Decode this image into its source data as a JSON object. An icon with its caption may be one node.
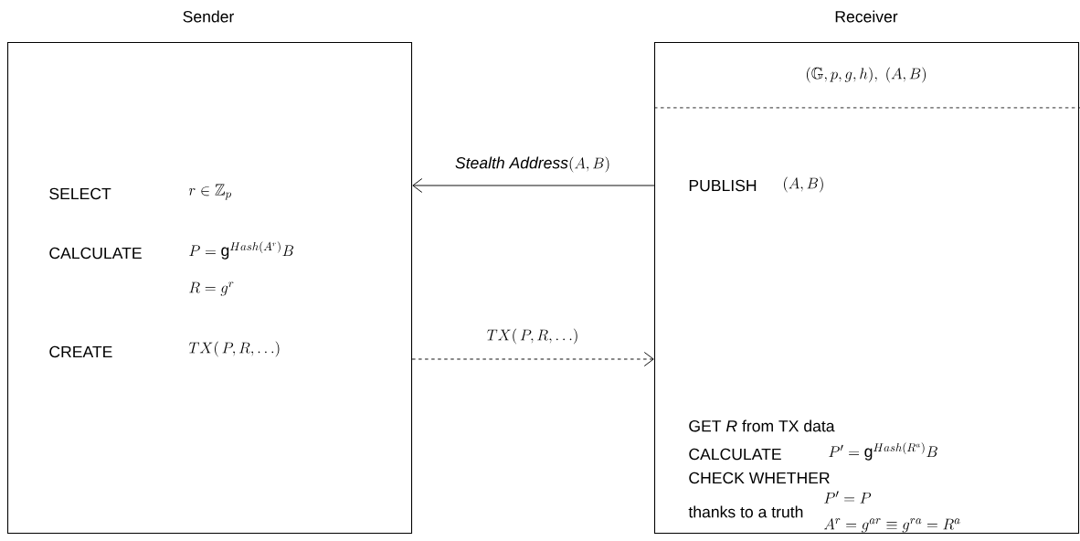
{
  "diagram": {
    "nodes": [
      {
        "text": [
          "Sender",
          "SELECT",
          "r \\in \\mathbb{Z}_p",
          "CALCULATE",
          "P = \\mathrm{g}^{Hash(A^r)}B",
          "R = g^r",
          "CREATE",
          "TX(\\,P,R,\\ldots)"
        ]
      },
      {
        "text": [
          "Receiver",
          "(\\mathbb{G},p,g,h),\\ (A,B)",
          "PUBLISH",
          "(A,B)",
          "GET *R* from TX data",
          "CALCULATE",
          "P' = \\mathrm{g}^{Hash(R^a)}B",
          "CHECK WHETHER",
          "P' = P",
          "thanks to a truth",
          "A^r = g^{ar} \\equiv g^{ra} = R^a"
        ]
      }
    ],
    "edges": [
      {
        "from": 1,
        "to": 0,
        "arrow": "to",
        "label": "\\textit{Stealth Address}(A,B)"
      },
      {
        "from": 0,
        "to": 1,
        "arrow": "to",
        "style": "dashed",
        "label": "TX(\\,P,R,\\ldots)"
      }
    ]
  }
}
